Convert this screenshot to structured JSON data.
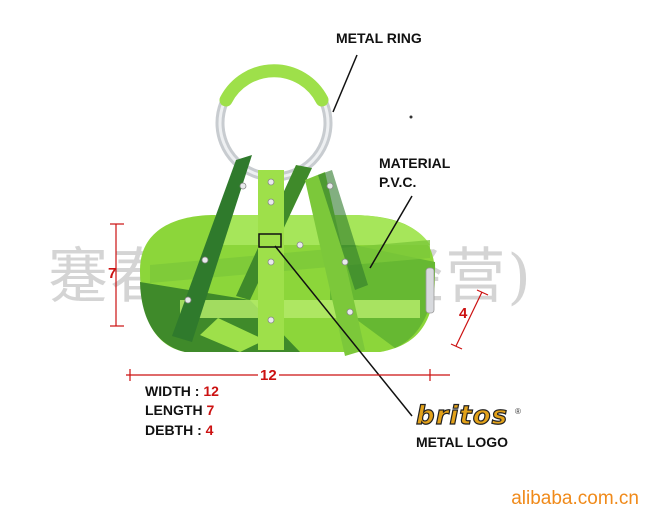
{
  "callouts": {
    "metal_ring": "METAL RING",
    "material_line1": "MATERIAL",
    "material_line2": "P.V.C.",
    "metal_logo": "METAL LOGO"
  },
  "dimensions": {
    "height": "7",
    "depth": "4",
    "width": "12"
  },
  "specs": [
    {
      "label": "WIDTH :",
      "value": "12"
    },
    {
      "label": "LENGTH",
      "value": "7"
    },
    {
      "label": "DEBTH :",
      "value": "4"
    }
  ],
  "brand": {
    "name": "britos",
    "reg": "®"
  },
  "watermark": "蹇春会(批发经营)",
  "footer": "alibaba.com.cn",
  "colors": {
    "bag_light_green": "#8cd63a",
    "bag_dark_green": "#3f8a2a",
    "strap_green": "#2f7a2c",
    "dimension_red": "#cc1111",
    "footer_orange": "#f08a1a"
  }
}
